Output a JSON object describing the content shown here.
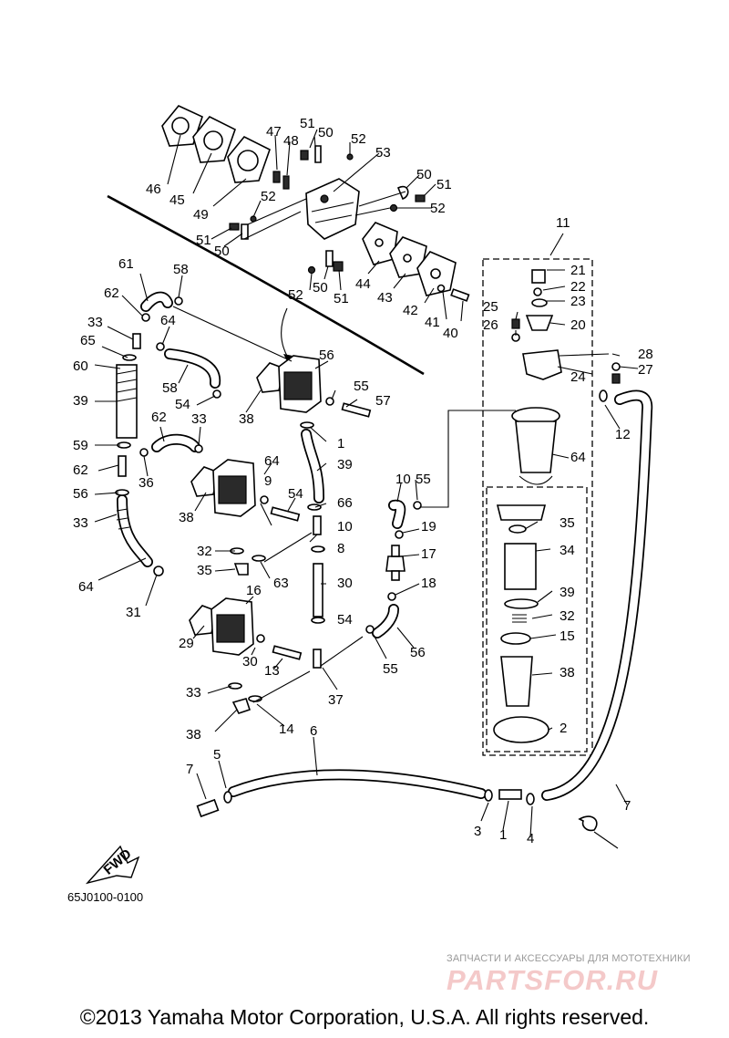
{
  "diagram": {
    "drawing_code": "65J0100-0100",
    "fwd_label": "FWD",
    "copyright": "©2013 Yamaha Motor Corporation, U.S.A. All rights reserved.",
    "watermark": {
      "subtitle": "ЗАПЧАСТИ И АКСЕССУАРЫ ДЛЯ МОТОТЕХНИКИ",
      "logo": "PARTSFOR.RU"
    },
    "callouts": [
      "51",
      "50",
      "47",
      "48",
      "52",
      "53",
      "50",
      "51",
      "52",
      "46",
      "45",
      "49",
      "52",
      "51",
      "50",
      "44",
      "43",
      "42",
      "41",
      "40",
      "52",
      "50",
      "51",
      "11",
      "21",
      "22",
      "23",
      "25",
      "20",
      "26",
      "28",
      "27",
      "24",
      "61",
      "62",
      "33",
      "58",
      "64",
      "65",
      "60",
      "39",
      "56",
      "55",
      "57",
      "58",
      "54",
      "38",
      "1",
      "12",
      "64",
      "59",
      "62",
      "33",
      "62",
      "36",
      "39",
      "64",
      "56",
      "9",
      "10",
      "55",
      "54",
      "38",
      "66",
      "33",
      "10",
      "19",
      "35",
      "32",
      "8",
      "17",
      "34",
      "35",
      "63",
      "64",
      "31",
      "30",
      "18",
      "39",
      "16",
      "32",
      "54",
      "29",
      "15",
      "56",
      "30",
      "55",
      "13",
      "38",
      "33",
      "37",
      "38",
      "14",
      "2",
      "6",
      "7",
      "5",
      "7",
      "3",
      "1",
      "4"
    ]
  }
}
